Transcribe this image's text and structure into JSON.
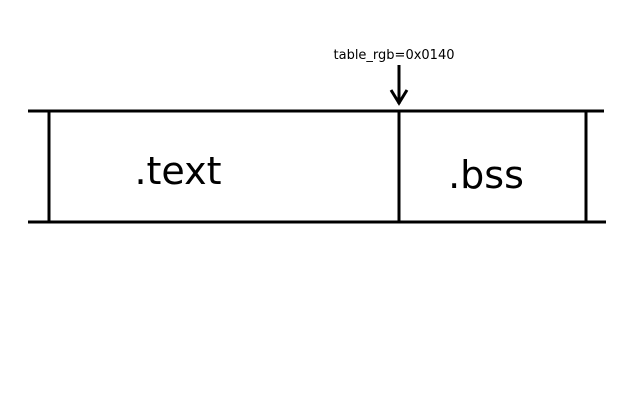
{
  "diagram": {
    "sections": [
      {
        "name": ".text"
      },
      {
        "name": ".bss"
      }
    ],
    "pointer": {
      "label": "table_rgb=0x0140"
    },
    "colors": {
      "stroke": "#000000",
      "background": "#ffffff"
    }
  }
}
